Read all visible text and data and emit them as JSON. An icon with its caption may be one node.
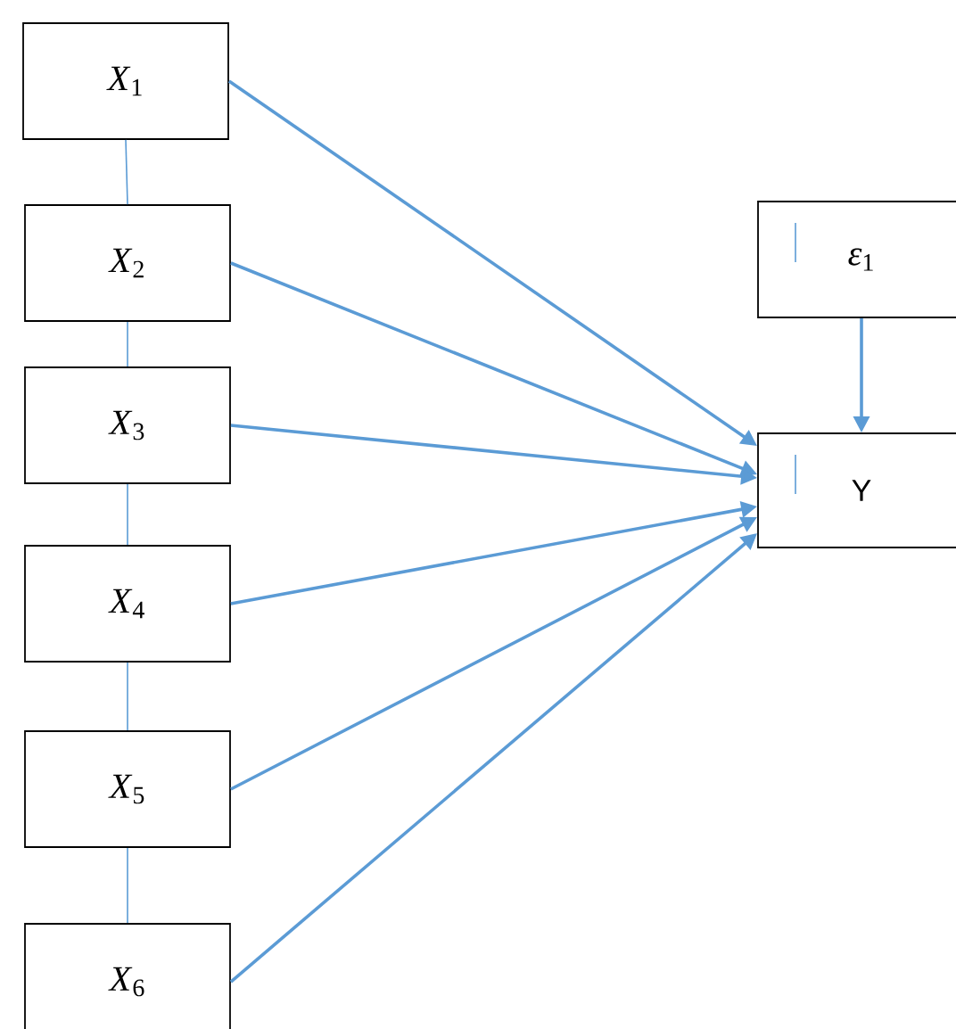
{
  "diagram": {
    "nodes": [
      {
        "text": [
          "*X*$_{1}$"
        ]
      },
      {
        "text": [
          "*X*$_{2}$"
        ]
      },
      {
        "text": [
          "*X*$_{3}$"
        ]
      },
      {
        "text": [
          "*X*$_{4}$"
        ]
      },
      {
        "text": [
          "*X*$_{5}$"
        ]
      },
      {
        "text": [
          "*X*$_{6}$"
        ]
      },
      {
        "text": [
          "*ε*$_{1}$"
        ]
      },
      {
        "text": [
          "Y"
        ]
      }
    ],
    "edges": [
      {
        "from": 0,
        "to": 1,
        "arrow": "none"
      },
      {
        "from": 1,
        "to": 2,
        "arrow": "none"
      },
      {
        "from": 2,
        "to": 3,
        "arrow": "none"
      },
      {
        "from": 3,
        "to": 4,
        "arrow": "none"
      },
      {
        "from": 4,
        "to": 5,
        "arrow": "none"
      },
      {
        "from": 0,
        "to": 7,
        "arrow": "to"
      },
      {
        "from": 1,
        "to": 7,
        "arrow": "to"
      },
      {
        "from": 2,
        "to": 7,
        "arrow": "to"
      },
      {
        "from": 3,
        "to": 7,
        "arrow": "to"
      },
      {
        "from": 4,
        "to": 7,
        "arrow": "to"
      },
      {
        "from": 5,
        "to": 7,
        "arrow": "to"
      },
      {
        "from": 6,
        "to": 7,
        "arrow": "to"
      }
    ]
  }
}
